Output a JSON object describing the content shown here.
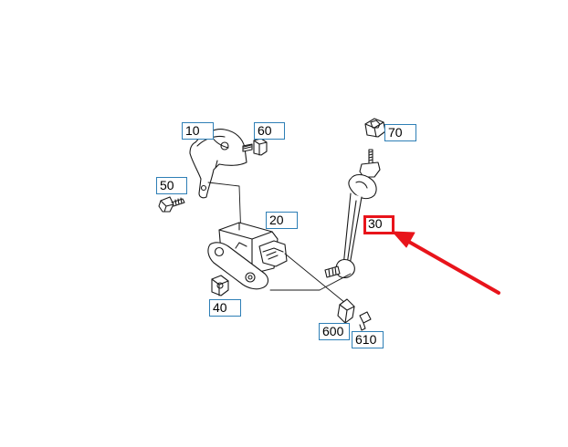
{
  "diagram": {
    "callouts": [
      {
        "id": "c10",
        "label": "10"
      },
      {
        "id": "c60",
        "label": "60"
      },
      {
        "id": "c70",
        "label": "70"
      },
      {
        "id": "c50",
        "label": "50"
      },
      {
        "id": "c20",
        "label": "20"
      },
      {
        "id": "c30",
        "label": "30"
      },
      {
        "id": "c40",
        "label": "40"
      },
      {
        "id": "c600",
        "label": "600"
      },
      {
        "id": "c610",
        "label": "610"
      }
    ],
    "highlighted_part": "30",
    "colors": {
      "line_art": "#1a1a1a",
      "callout_border": "#2e7fb6",
      "highlight": "#e8141b",
      "background": "#ffffff"
    }
  }
}
